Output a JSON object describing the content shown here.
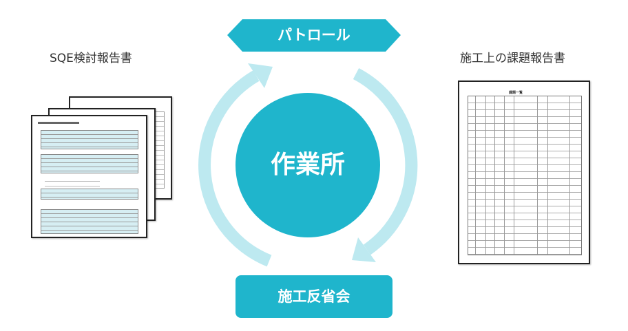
{
  "center": {
    "label": "作業所"
  },
  "top_banner": {
    "label": "パトロール"
  },
  "bottom_button": {
    "label": "施工反省会"
  },
  "left_doc": {
    "caption": "SQE検討報告書"
  },
  "right_doc": {
    "caption": "施工上の課題報告書",
    "sheet_title": "課題一覧"
  },
  "colors": {
    "primary": "#1fb5cc",
    "arrow": "#bde9f0"
  }
}
